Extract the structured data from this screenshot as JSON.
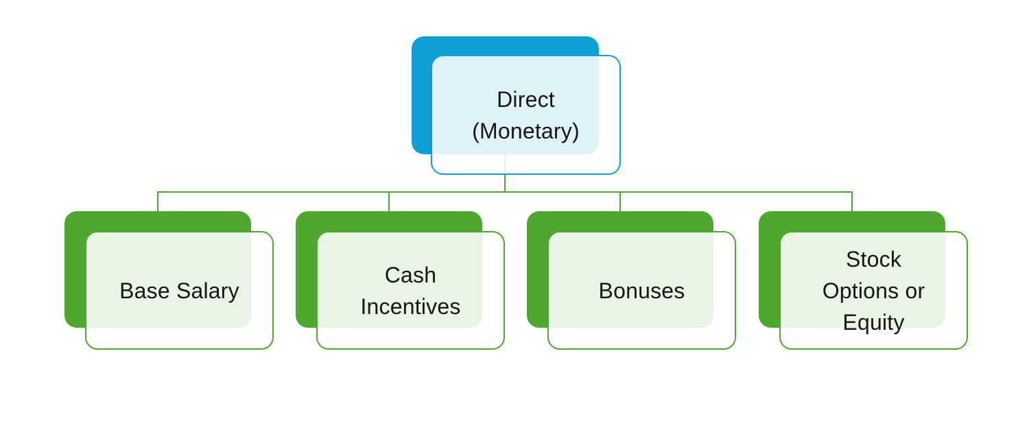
{
  "diagram": {
    "type": "hierarchy-org-chart",
    "root": {
      "label": "Direct\n(Monetary)",
      "accent_color": "#0f9ed5",
      "tint_color": "#e3f1f9"
    },
    "children": [
      {
        "label": "Base Salary"
      },
      {
        "label": "Cash\nIncentives"
      },
      {
        "label": "Bonuses"
      },
      {
        "label": "Stock\nOptions or\nEquity"
      }
    ],
    "child_style": {
      "accent_color": "#4ea72e",
      "tint_color": "#ebf4e7"
    },
    "connector_color": "#4ea72e",
    "text_color": "#161616",
    "background_color": "#ffffff"
  }
}
